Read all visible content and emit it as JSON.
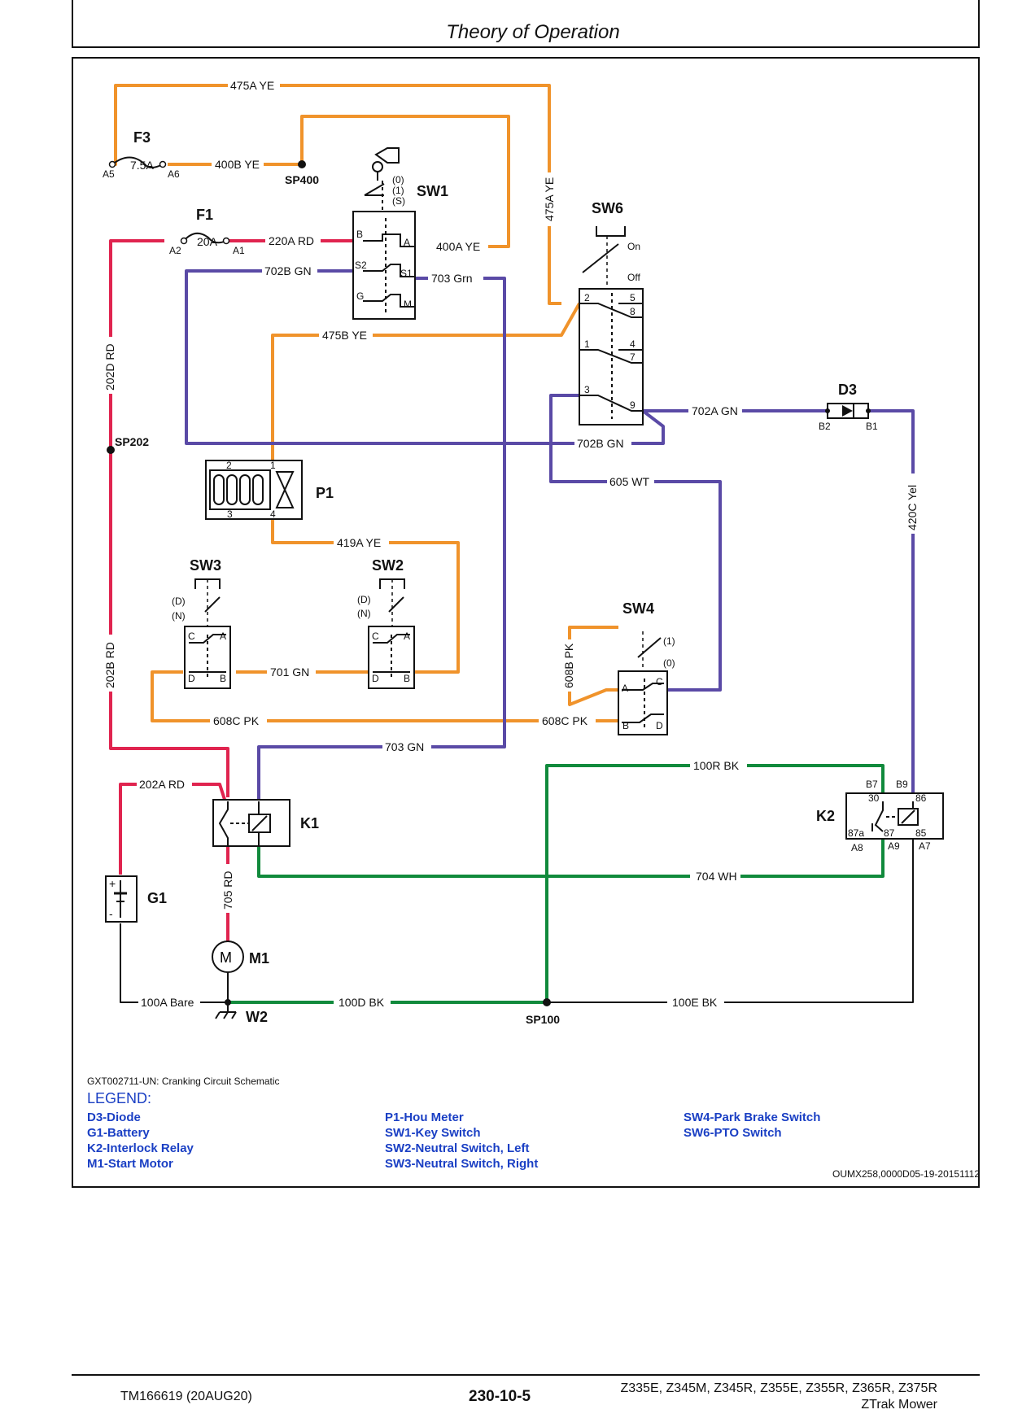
{
  "header": {
    "title": "Theory of Operation"
  },
  "schematic": {
    "components": {
      "F3": "F3",
      "F3_rating": "7.5A",
      "F3_pin_a": "A5",
      "F3_pin_b": "A6",
      "F1": "F1",
      "F1_rating": "20A",
      "F1_pin_a": "A2",
      "F1_pin_b": "A1",
      "SW1": "SW1",
      "SW1_pos0": "(0)",
      "SW1_pos1": "(1)",
      "SW1_posS": "(S)",
      "SW1_B": "B",
      "SW1_A": "A",
      "SW1_S2": "S2",
      "SW1_S1": "S1",
      "SW1_G": "G",
      "SW1_M": "M",
      "SW6": "SW6",
      "SW6_on": "On",
      "SW6_off": "Off",
      "SW6_p2": "2",
      "SW6_p5": "5",
      "SW6_p8": "8",
      "SW6_p1": "1",
      "SW6_p4": "4",
      "SW6_p7": "7",
      "SW6_p3": "3",
      "SW6_p9": "9",
      "D3": "D3",
      "D3_B2": "B2",
      "D3_B1": "B1",
      "P1": "P1",
      "P1_p1": "1",
      "P1_p2": "2",
      "P1_p3": "3",
      "P1_p4": "4",
      "SW3": "SW3",
      "SW2": "SW2",
      "pos_D": "(D)",
      "pos_N": "(N)",
      "pin_C": "C",
      "pin_A": "A",
      "pin_D": "D",
      "pin_B": "B",
      "SW4": "SW4",
      "SW4_pos1": "(1)",
      "SW4_pos0": "(0)",
      "K1": "K1",
      "K2": "K2",
      "K2_B7": "B7",
      "K2_B9": "B9",
      "K2_30": "30",
      "K2_86": "86",
      "K2_87a": "87a",
      "K2_87": "87",
      "K2_85": "85",
      "K2_A8": "A8",
      "K2_A9": "A9",
      "K2_A7": "A7",
      "G1": "G1",
      "M1": "M1",
      "M1_symbol": "M",
      "W2": "W2",
      "SP400": "SP400",
      "SP202": "SP202",
      "SP100": "SP100"
    },
    "wires": {
      "w475A": "475A YE",
      "w400B": "400B YE",
      "w220A": "220A RD",
      "w400A": "400A YE",
      "w702B_top": "702B GN",
      "w703Grn": "703 Grn",
      "w475B": "475B YE",
      "w475A_vert": "475A YE",
      "w702A": "702A GN",
      "w702B_mid": "702B GN",
      "w605": "605 WT",
      "w420C": "420C Yel",
      "w202D": "202D RD",
      "w419A": "419A YE",
      "w202B": "202B RD",
      "w701": "701 GN",
      "w608B": "608B PK",
      "w608C_left": "608C PK",
      "w608C_right": "608C PK",
      "w703GN": "703 GN",
      "w202A": "202A RD",
      "w100R": "100R BK",
      "w704": "704 WH",
      "w705": "705 RD",
      "w100A": "100A Bare",
      "w100D": "100D BK",
      "w100E": "100E BK"
    },
    "colors": {
      "yellow_wire": "#f0932b",
      "red_wire": "#e0244f",
      "blue_wire": "#5a4aa6",
      "green_wire": "#118a3c",
      "black_wire": "#111111"
    }
  },
  "caption": "GXT002711-UN: Cranking Circuit Schematic",
  "legend": {
    "title": "LEGEND:",
    "col1": [
      "D3-Diode",
      "G1-Battery",
      "K2-Interlock Relay",
      "M1-Start Motor"
    ],
    "col2": [
      "P1-Hou Meter",
      "SW1-Key Switch",
      "SW2-Neutral Switch, Left",
      "SW3-Neutral Switch, Right"
    ],
    "col3": [
      "SW4-Park Brake Switch",
      "SW6-PTO Switch"
    ]
  },
  "figure_id": "OUMX258,0000D05-19-20151112",
  "footer": {
    "doc": "TM166619 (20AUG20)",
    "page": "230-10-5",
    "models": "Z335E, Z345M, Z345R, Z355E, Z355R, Z365R, Z375R",
    "product": "ZTrak Mower"
  }
}
